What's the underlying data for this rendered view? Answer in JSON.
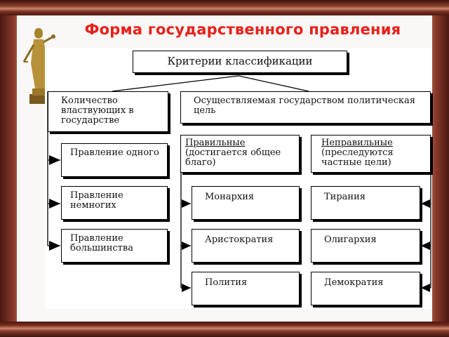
{
  "title": "Форма государственного правления",
  "root": "Критерии классификации",
  "criteria": {
    "left": "Количество властвующих в государстве",
    "right": "Осуществляемая государством политическая цель"
  },
  "groups": {
    "correct_title": "Правильные",
    "correct_note": "(достигается общее благо)",
    "incorrect_title": "Неправильные",
    "incorrect_note": "(преследуются частные цели)"
  },
  "rule_by": [
    "Правление одного",
    "Правление немногих",
    "Правление большинства"
  ],
  "correct": [
    "Монархия",
    "Аристократия",
    "Полития"
  ],
  "incorrect": [
    "Тирания",
    "Олигархия",
    "Демократия"
  ],
  "icons": {
    "figure": "justice-statue-icon"
  }
}
